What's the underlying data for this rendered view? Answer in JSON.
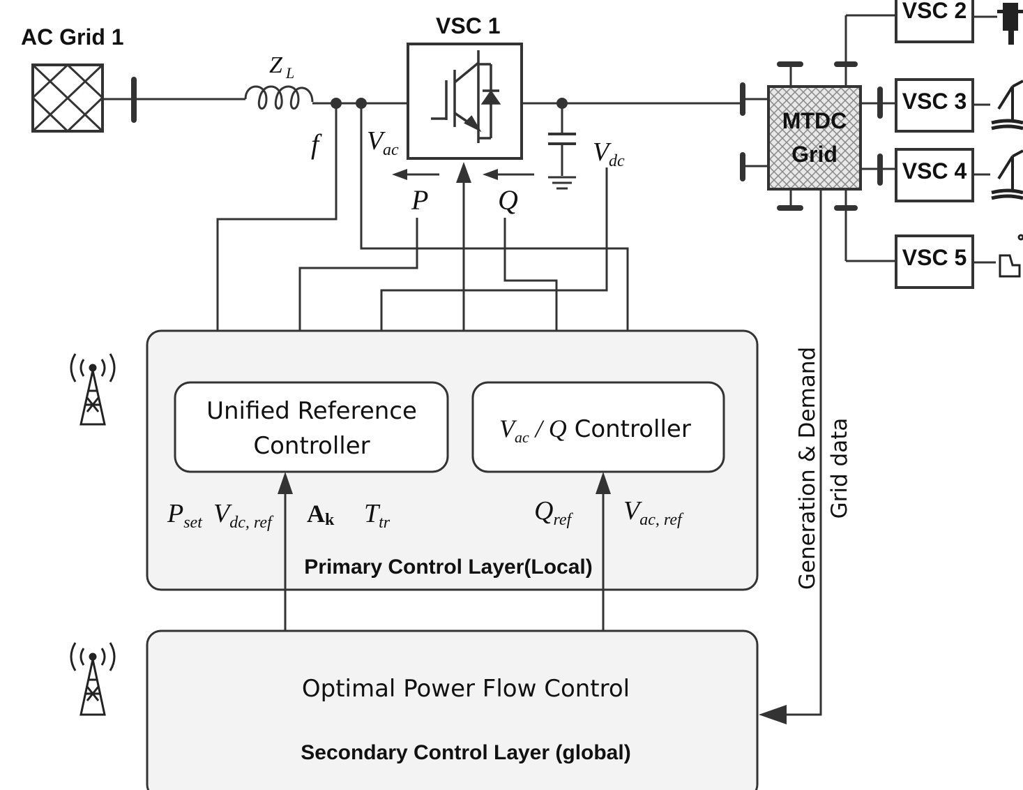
{
  "ac_grid": {
    "label": "AC Grid 1"
  },
  "line_impedance": {
    "symbol": "Z",
    "subscript": "L"
  },
  "vsc1": {
    "label": "VSC 1"
  },
  "measurements": {
    "f": "f",
    "vac": {
      "symbol": "V",
      "subscript": "ac"
    },
    "vdc": {
      "symbol": "V",
      "subscript": "dc"
    },
    "p": "P",
    "q": "Q"
  },
  "mtdc": {
    "line1": "MTDC",
    "line2": "Grid"
  },
  "remote_converters": [
    "VSC 2",
    "VSC 3",
    "VSC 4",
    "VSC 5"
  ],
  "unified_controller": {
    "line1": "Unified Reference",
    "line2": "Controller"
  },
  "vacq_controller": {
    "sym1": "V",
    "sub1": "ac",
    "slash": " / ",
    "sym2": "Q",
    "text": " Controller"
  },
  "setpoints": {
    "pset": {
      "symbol": "P",
      "subscript": "set"
    },
    "vdcref": {
      "symbol": "V",
      "subscript": "dc, ref"
    },
    "ak": {
      "symbol": "A",
      "subscript": "k"
    },
    "ttr": {
      "symbol": "T",
      "subscript": "tr"
    },
    "qref": {
      "symbol": "Q",
      "subscript": "ref"
    },
    "vacref": {
      "symbol": "V",
      "subscript": "ac, ref"
    }
  },
  "primary_layer": {
    "title": "Primary Control Layer(Local)"
  },
  "secondary_layer": {
    "subtitle": "Optimal Power Flow Control",
    "title": "Secondary Control Layer (global)"
  },
  "side_labels": {
    "line1": "Generation & Demand",
    "line2": "Grid data"
  },
  "icons": [
    "antenna-tower-icon",
    "igbt-icon",
    "capacitor-icon",
    "ground-icon",
    "oil-platform-icon",
    "wind-turbine-icon",
    "house-icon"
  ]
}
